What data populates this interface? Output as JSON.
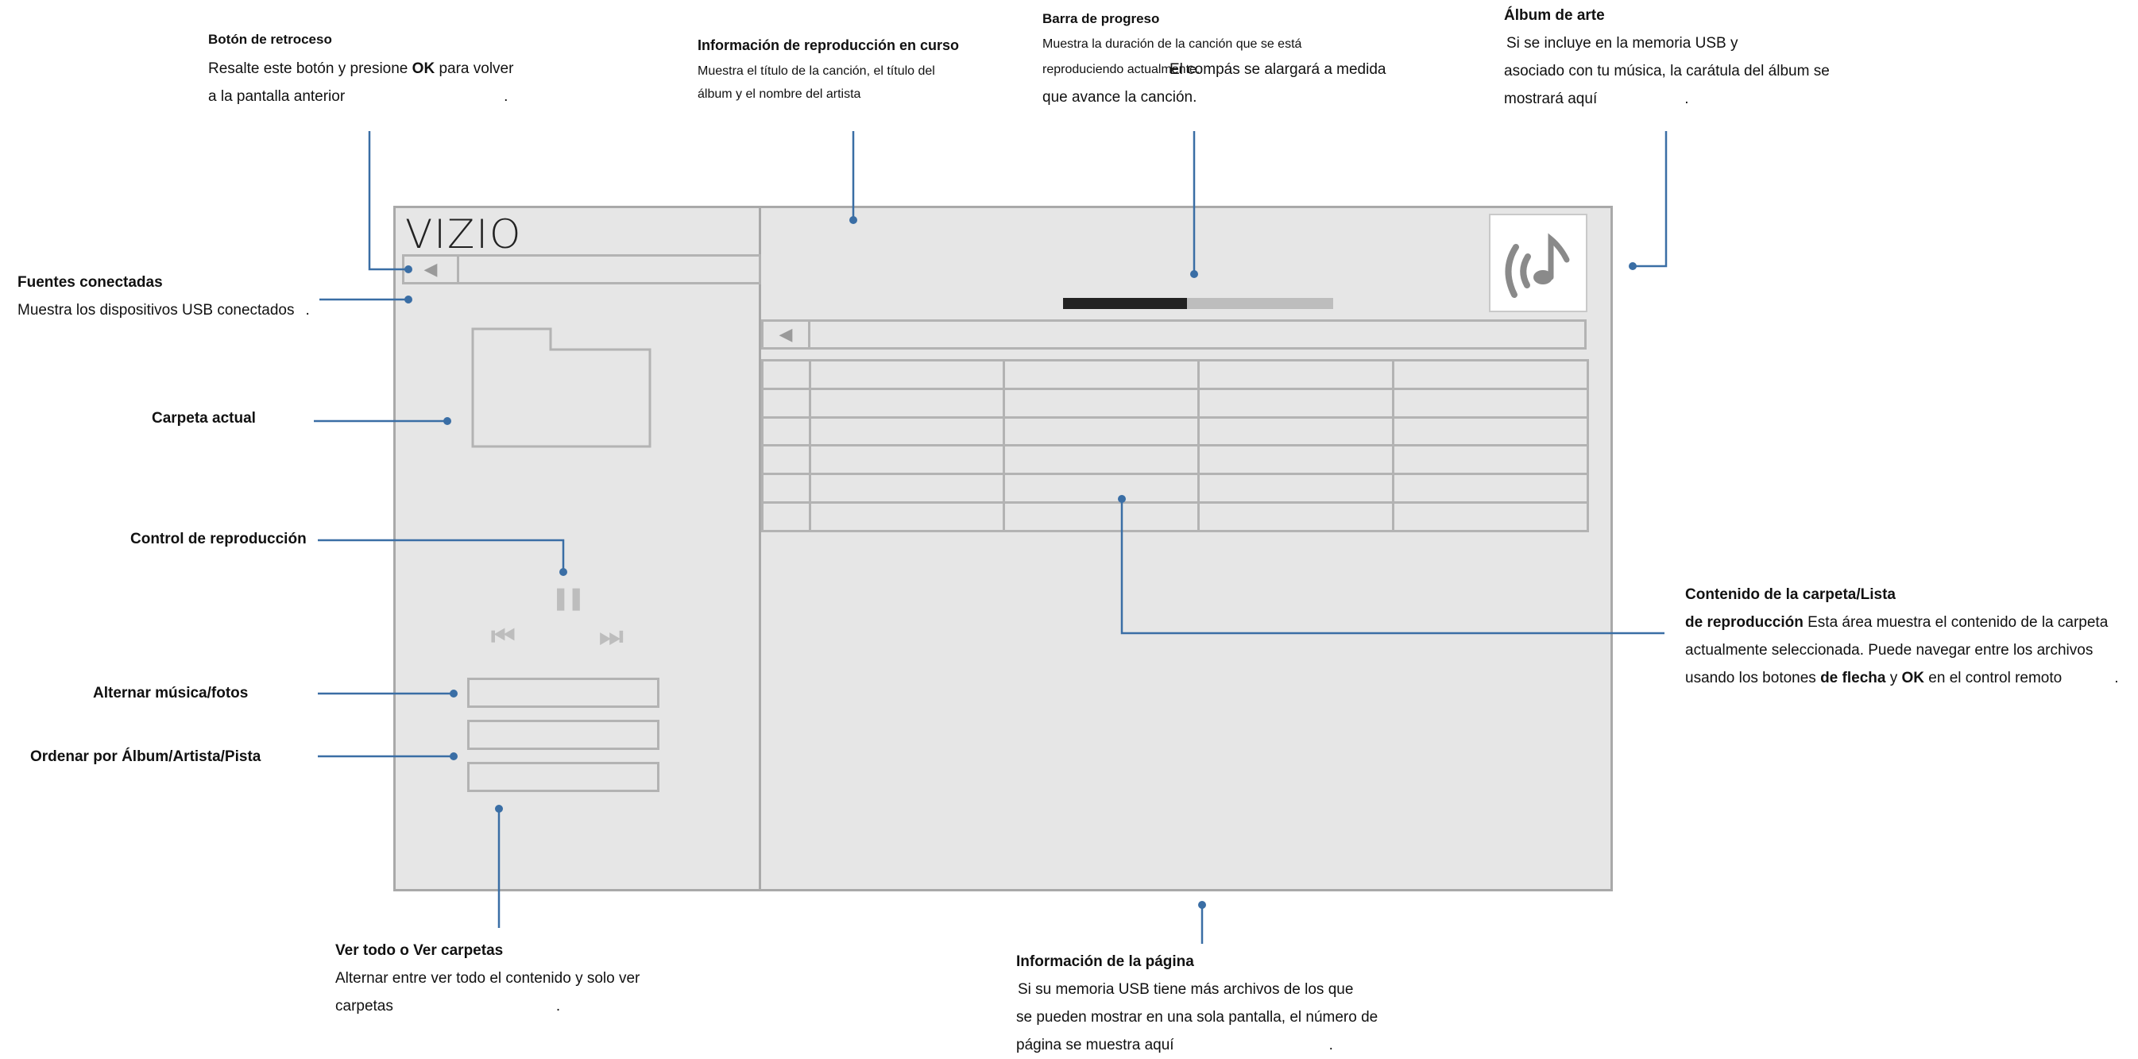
{
  "screen": {
    "brand": "VIZIO",
    "back_glyph": "◀",
    "progress": 0.46,
    "controls": {
      "pause": "❚❚",
      "prev": "⏮",
      "next": "⏭"
    },
    "album_icon": "music-note-broadcast-icon",
    "table_rows": 6,
    "table_cols": 5
  },
  "annotations": {
    "back_button": {
      "title": "Botón de retroceso",
      "line1_pre": "Resalte este botón y presione ",
      "line1_bold": "OK",
      "line1_post": " para volver",
      "line2": "a la pantalla anterior",
      "dot": "."
    },
    "now_playing": {
      "title": "Información de reproducción en curso",
      "line1": "Muestra el título de la canción, el título del",
      "line2": "álbum y el nombre del artista"
    },
    "progress_bar": {
      "title": "Barra de progreso",
      "line1": "Muestra la duración de la canción que se está",
      "line2a": "reproduciendo actualmente.",
      "line2b": "El compás se alargará a medida",
      "line3": "que avance la canción."
    },
    "album_art": {
      "title": "Álbum de arte",
      "line1": "Si se incluye en la memoria USB y",
      "line2": "asociado con tu música, la carátula del álbum se",
      "line3": "mostrará aquí",
      "dot": "."
    },
    "connected_sources": {
      "title": "Fuentes conectadas",
      "desc": "Muestra los dispositivos USB conectados",
      "dot": "."
    },
    "current_folder": {
      "title": "Carpeta actual"
    },
    "playback_control": {
      "title": "Control de reproducción"
    },
    "toggle_music_photos": {
      "title": "Alternar música/fotos"
    },
    "sort_by": {
      "title": "Ordenar por Álbum/Artista/Pista"
    },
    "folder_contents": {
      "title": "Contenido de la carpeta/Lista",
      "line1_bold": "de reproducción",
      "line1_post": " Esta área muestra el contenido de la carpeta",
      "line2": "actualmente seleccionada. Puede navegar entre los archivos",
      "line3_pre": "usando los botones ",
      "line3_bold1": "de flecha",
      "line3_mid": " y ",
      "line3_bold2": "OK",
      "line3_post": " en el control remoto",
      "dot": "."
    },
    "view_all": {
      "title": "Ver todo o Ver carpetas",
      "line1": "Alternar entre ver todo el contenido y solo ver",
      "line2": "carpetas",
      "dot": "."
    },
    "page_info": {
      "title": "Información de la página",
      "line1": "Si su memoria USB tiene más archivos de los que",
      "line2": "se pueden mostrar en una sola pantalla, el número de",
      "line3": "página se muestra aquí",
      "dot": "."
    }
  },
  "colors": {
    "callout": "#3a6ea5",
    "screen_bg": "#e6e6e6",
    "border": "#a9a9a9"
  }
}
